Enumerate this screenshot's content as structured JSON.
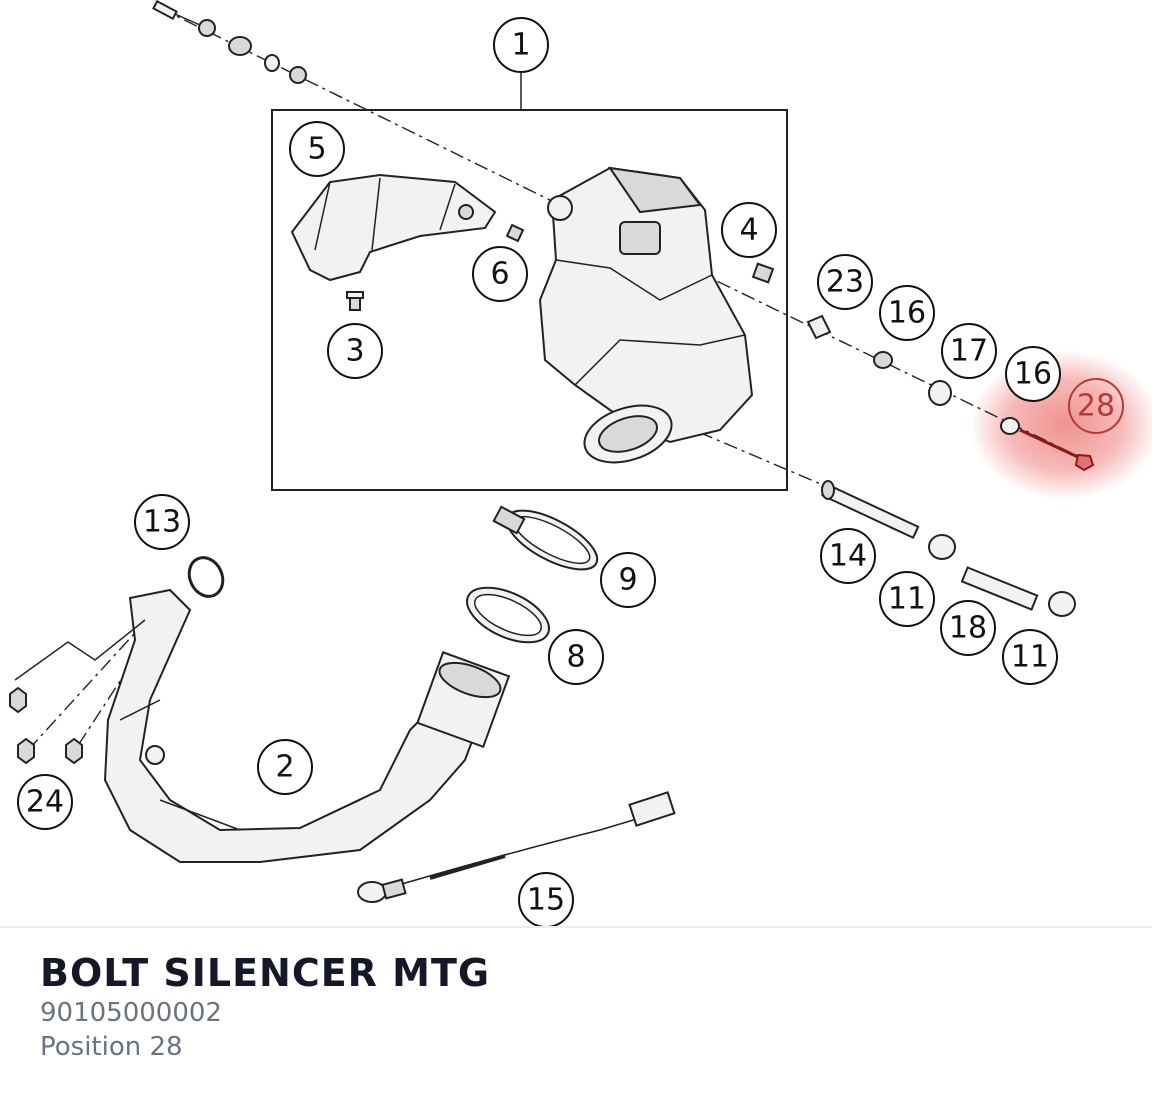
{
  "part": {
    "title": "BOLT SILENCER MTG",
    "number": "90105000002",
    "position_label": "Position 28"
  },
  "diagram": {
    "highlight_color": "#e53935",
    "callouts": [
      {
        "id": "c1",
        "label": "1"
      },
      {
        "id": "c2",
        "label": "2"
      },
      {
        "id": "c3",
        "label": "3"
      },
      {
        "id": "c4",
        "label": "4"
      },
      {
        "id": "c5",
        "label": "5"
      },
      {
        "id": "c6",
        "label": "6"
      },
      {
        "id": "c8",
        "label": "8"
      },
      {
        "id": "c9",
        "label": "9"
      },
      {
        "id": "c11a",
        "label": "11"
      },
      {
        "id": "c11b",
        "label": "11"
      },
      {
        "id": "c13",
        "label": "13"
      },
      {
        "id": "c14",
        "label": "14"
      },
      {
        "id": "c15",
        "label": "15"
      },
      {
        "id": "c16a",
        "label": "16"
      },
      {
        "id": "c16b",
        "label": "16"
      },
      {
        "id": "c17",
        "label": "17"
      },
      {
        "id": "c18",
        "label": "18"
      },
      {
        "id": "c23",
        "label": "23"
      },
      {
        "id": "c24",
        "label": "24"
      },
      {
        "id": "c28",
        "label": "28",
        "highlighted": true
      }
    ]
  }
}
